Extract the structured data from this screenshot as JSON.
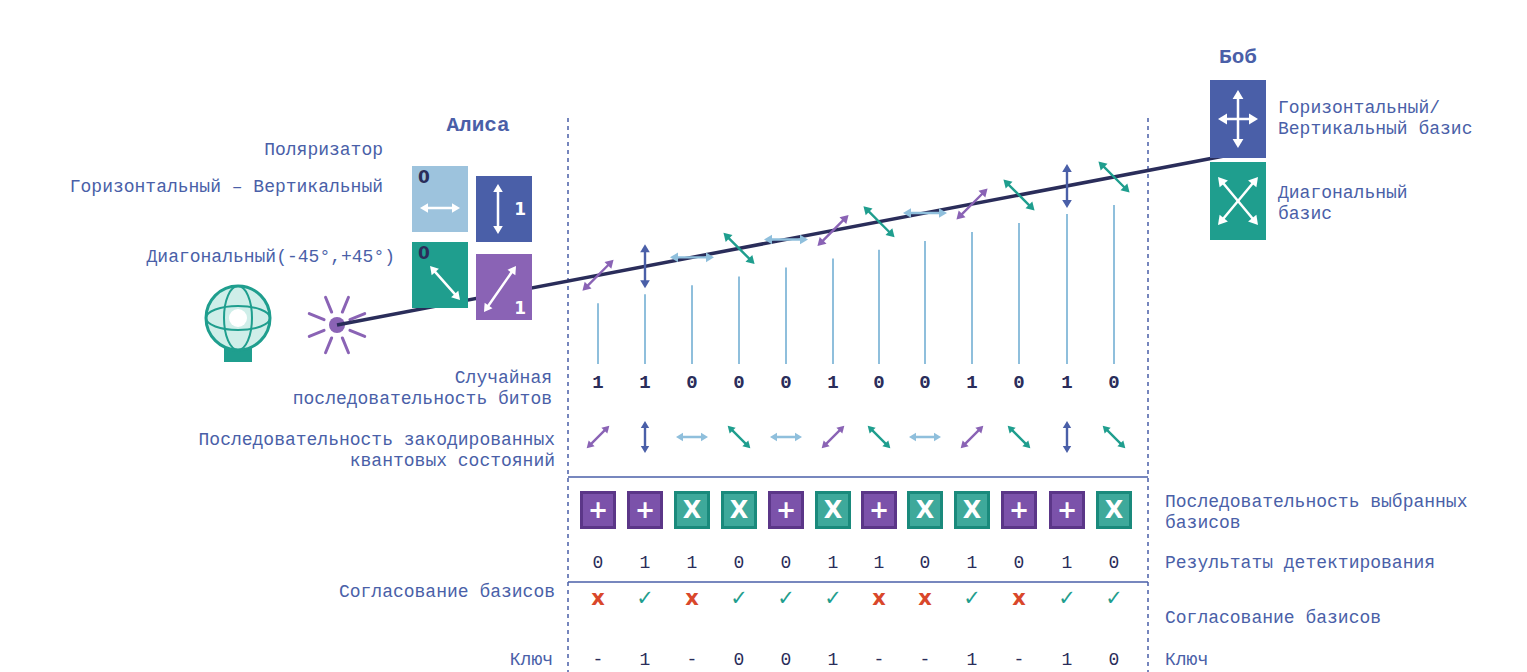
{
  "diagram": {
    "nodes": [
      {
        "text": [
          "0"
        ]
      },
      {
        "text": [
          "1"
        ]
      },
      {
        "text": [
          "0"
        ]
      },
      {
        "text": [
          "1"
        ]
      },
      {
        "text": [
          "+"
        ]
      },
      {
        "text": [
          "+"
        ]
      },
      {
        "text": [
          "X"
        ]
      },
      {
        "text": [
          "X"
        ]
      },
      {
        "text": [
          "+"
        ]
      },
      {
        "text": [
          "X"
        ]
      },
      {
        "text": [
          "+"
        ]
      },
      {
        "text": [
          "X"
        ]
      },
      {
        "text": [
          "X"
        ]
      },
      {
        "text": [
          "+"
        ]
      },
      {
        "text": [
          "+"
        ]
      },
      {
        "text": [
          "X"
        ]
      }
    ],
    "labels": [
      "Алиса",
      "Боб",
      "Поляризатор",
      "Горизонтальный – Вертикальный",
      "Диагональный(-45°,+45°)",
      "Горизонтальный/ Вертикальный базис",
      "Диагональный базис",
      "Случайная последовательность битов",
      "1",
      "1",
      "0",
      "0",
      "0",
      "1",
      "0",
      "0",
      "1",
      "0",
      "1",
      "0",
      "Последовательность закодированных квантовых состояний",
      "Последовательность выбранных базисов",
      "0",
      "1",
      "1",
      "0",
      "0",
      "1",
      "1",
      "0",
      "1",
      "0",
      "1",
      "0",
      "Результаты детектирования",
      "Согласование базисов",
      "x",
      "✓",
      "x",
      "✓",
      "✓",
      "✓",
      "x",
      "x",
      "✓",
      "x",
      "✓",
      "✓",
      "Согласование базисов",
      "Ключ",
      "-",
      "1",
      "-",
      "0",
      "0",
      "1",
      "-",
      "-",
      "1",
      "-",
      "1",
      "0",
      "Ключ"
    ]
  }
}
